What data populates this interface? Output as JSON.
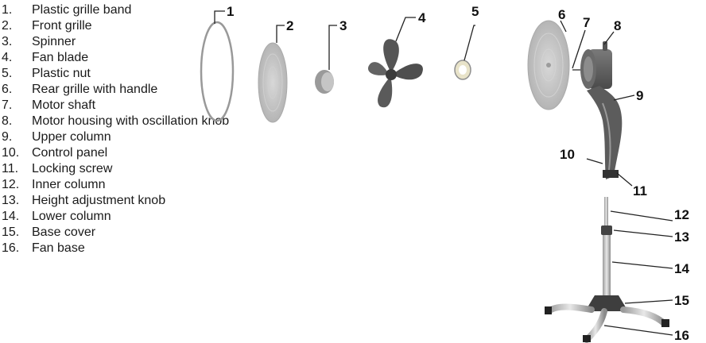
{
  "parts": [
    {
      "number": "1.",
      "callout": "1",
      "name": "Plastic grille band"
    },
    {
      "number": "2.",
      "callout": "2",
      "name": "Front grille"
    },
    {
      "number": "3.",
      "callout": "3",
      "name": "Spinner"
    },
    {
      "number": "4.",
      "callout": "4",
      "name": "Fan blade"
    },
    {
      "number": "5.",
      "callout": "5",
      "name": "Plastic nut"
    },
    {
      "number": "6.",
      "callout": "6",
      "name": "Rear grille with handle"
    },
    {
      "number": "7.",
      "callout": "7",
      "name": "Motor shaft"
    },
    {
      "number": "8.",
      "callout": "8",
      "name": "Motor housing with oscillation knob"
    },
    {
      "number": "9.",
      "callout": "9",
      "name": "Upper column"
    },
    {
      "number": "10.",
      "callout": "10",
      "name": "Control panel"
    },
    {
      "number": "11.",
      "callout": "11",
      "name": "Locking screw"
    },
    {
      "number": "12.",
      "callout": "12",
      "name": "Inner column"
    },
    {
      "number": "13.",
      "callout": "13",
      "name": "Height adjustment knob"
    },
    {
      "number": "14.",
      "callout": "14",
      "name": "Lower column"
    },
    {
      "number": "15.",
      "callout": "15",
      "name": "Base cover"
    },
    {
      "number": "16.",
      "callout": "16",
      "name": "Fan base"
    }
  ]
}
